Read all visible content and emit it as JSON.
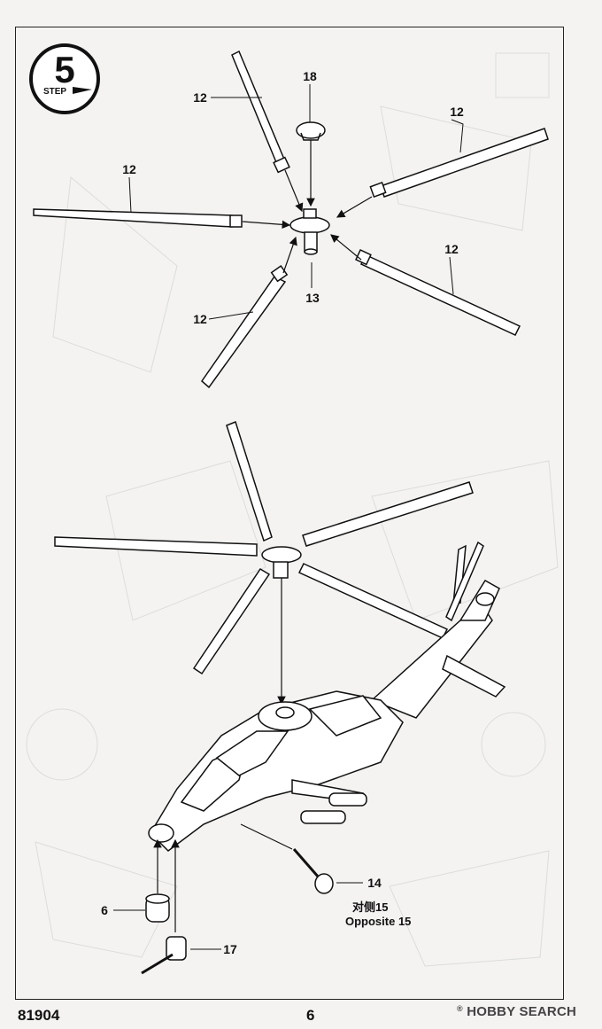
{
  "step": {
    "number": "5",
    "label": "STEP"
  },
  "parts": {
    "blade": "12",
    "rotor_cap": "18",
    "rotor_hub": "13",
    "landing_strut": "14",
    "opposite_cn": "对侧15",
    "opposite_en": "Opposite 15",
    "nose_sensor": "6",
    "nose_gun": "17"
  },
  "footer": {
    "kit_code": "81904",
    "page_number": "6",
    "watermark": "HOBBY SEARCH",
    "watermark_reg": "®"
  },
  "colors": {
    "ink": "#111111",
    "paper": "#f4f3f1",
    "faint": "#d9d9d9"
  }
}
